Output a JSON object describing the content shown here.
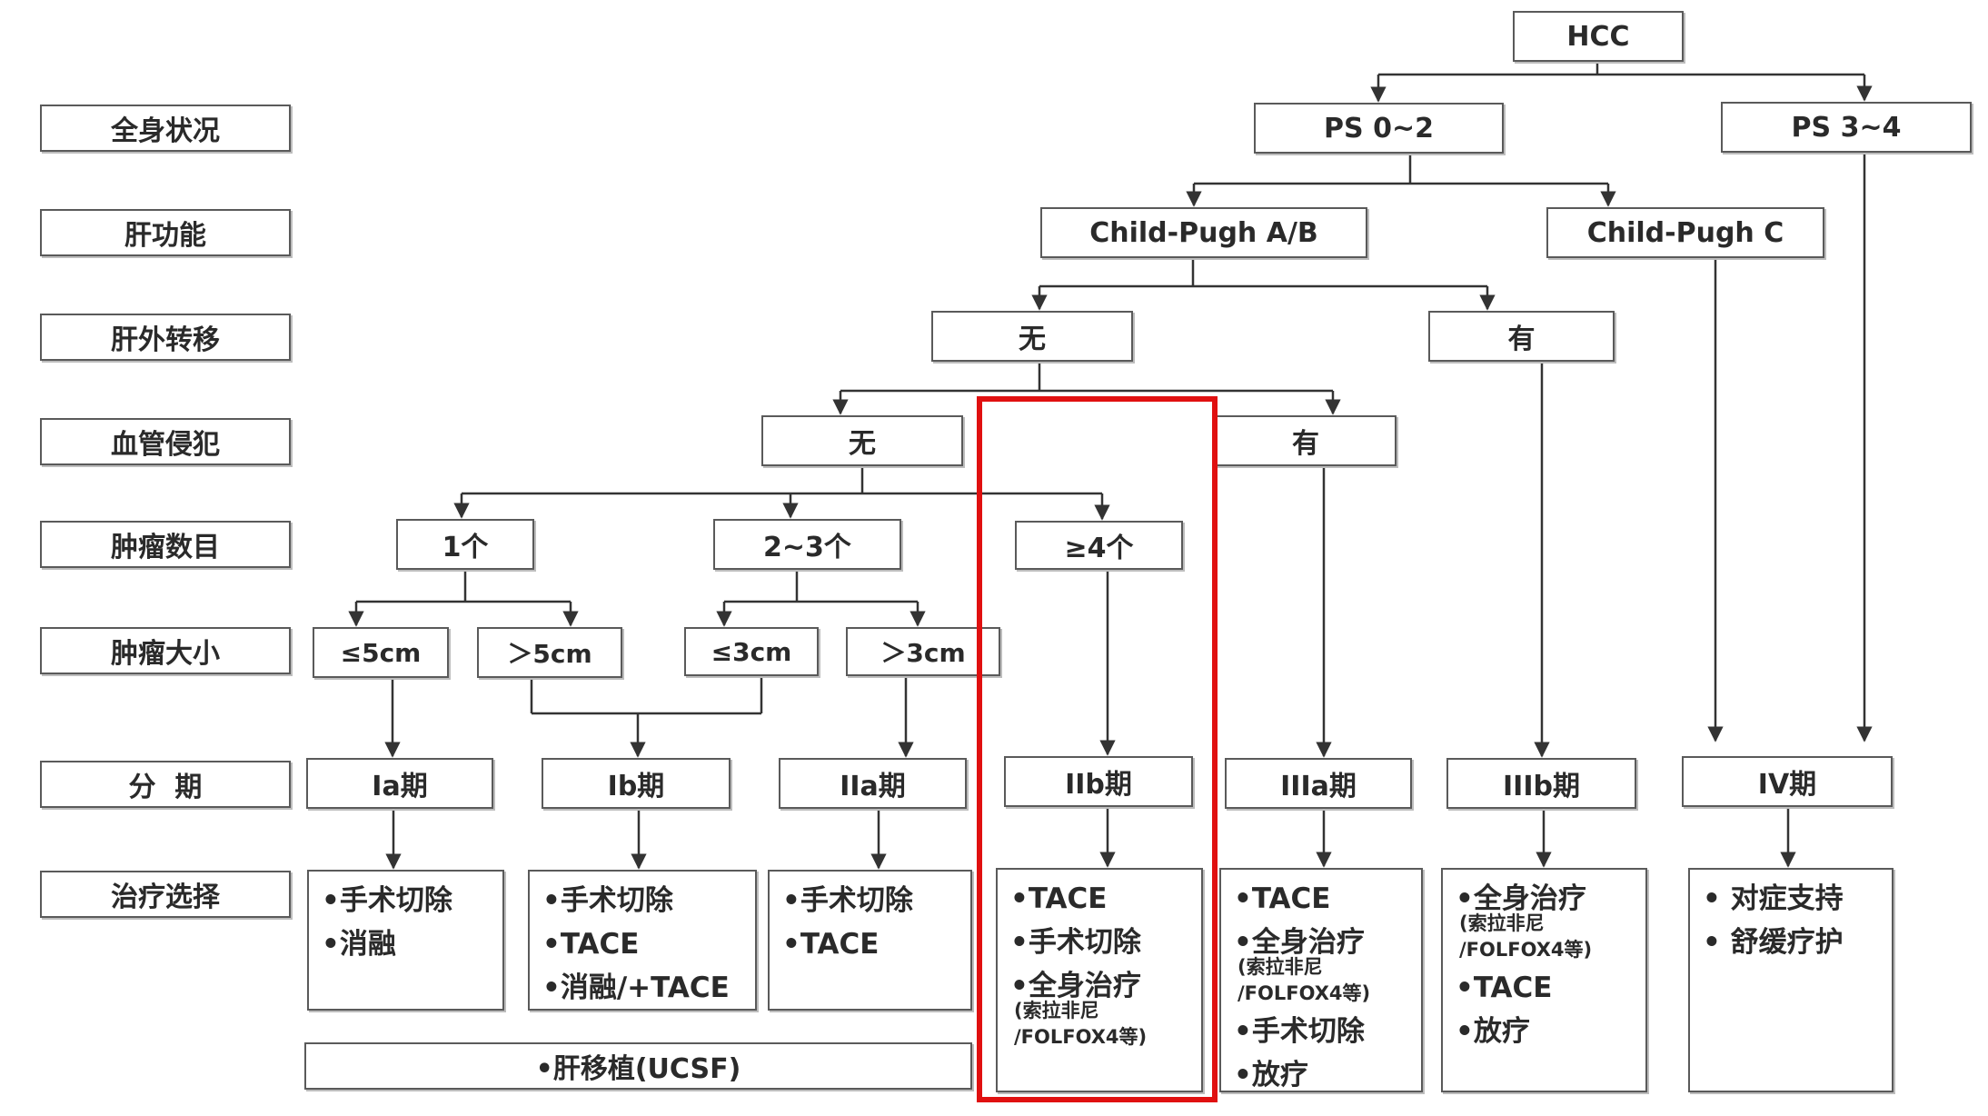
{
  "criteria": [
    {
      "key": "ps",
      "label": "全身状况"
    },
    {
      "key": "liver",
      "label": "肝功能"
    },
    {
      "key": "extra",
      "label": "肝外转移"
    },
    {
      "key": "vasc",
      "label": "血管侵犯"
    },
    {
      "key": "count",
      "label": "肿瘤数目"
    },
    {
      "key": "size",
      "label": "肿瘤大小"
    },
    {
      "key": "stage",
      "label": "分  期"
    },
    {
      "key": "treat",
      "label": "治疗选择"
    }
  ],
  "nodes": {
    "root": "HCC",
    "ps_good": "PS  0~2",
    "ps_poor": "PS  3~4",
    "child_ab": "Child-Pugh A/B",
    "child_c": "Child-Pugh C",
    "extra_none": "无",
    "extra_yes": "有",
    "vasc_none": "无",
    "vasc_yes": "有",
    "count_1": "1个",
    "count_2_3": "2~3个",
    "count_4": "≥4个",
    "size_le5": "≤5cm",
    "size_gt5": "＞5cm",
    "size_le3": "≤3cm",
    "size_gt3": "＞3cm"
  },
  "stages": [
    "Ia期",
    "Ib期",
    "IIa期",
    "IIb期",
    "IIIa期",
    "IIIb期",
    "IV期"
  ],
  "treatments": {
    "ia": [
      "•手术切除",
      "•消融"
    ],
    "ib": [
      "•手术切除",
      "•TACE",
      "•消融/+TACE"
    ],
    "iia": [
      "•手术切除",
      "•TACE"
    ],
    "iib": {
      "items": [
        "•TACE",
        "•手术切除",
        "•全身治疗"
      ],
      "note": [
        "(索拉非尼",
        "/FOLFOX4等)"
      ]
    },
    "iiia": {
      "items": [
        "•TACE",
        "•全身治疗"
      ],
      "note": [
        "(索拉非尼",
        "/FOLFOX4等)"
      ],
      "items_after": [
        "•手术切除",
        "•放疗"
      ]
    },
    "iiib": {
      "items": [
        "•全身治疗"
      ],
      "note": [
        "(索拉非尼",
        "/FOLFOX4等)"
      ],
      "items_after": [
        "•TACE",
        "•放疗"
      ]
    },
    "iv": [
      "• 对症支持",
      "• 舒缓疗护"
    ]
  },
  "transplant": "•肝移植(UCSF)",
  "colors": {
    "highlight": "#e01010",
    "line": "#333333",
    "border": "#5a5a5a"
  }
}
